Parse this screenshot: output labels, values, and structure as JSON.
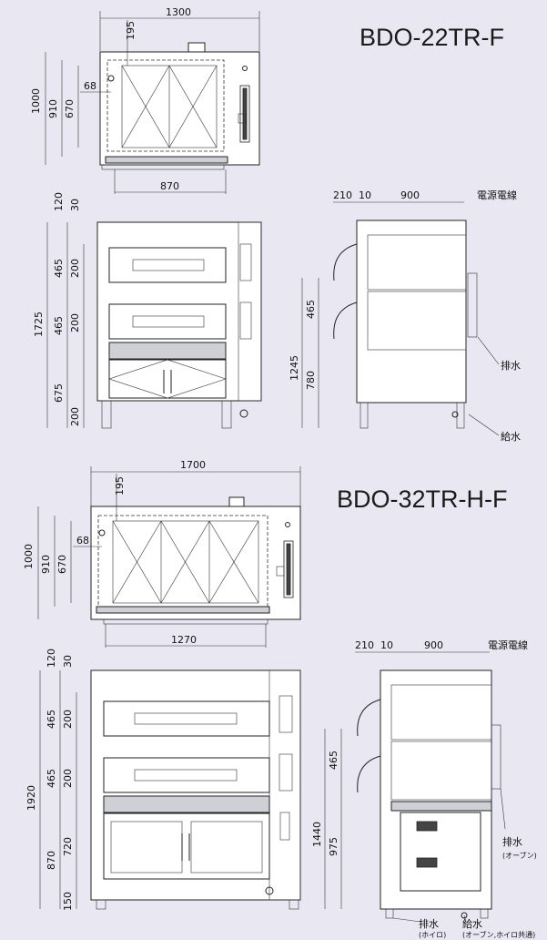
{
  "models": {
    "top": {
      "name": "BDO-22TR-F",
      "plan": {
        "width": "1300",
        "depth": "1000",
        "d910": "910",
        "d670": "670",
        "d68": "68",
        "d195": "195",
        "inner_width": "870"
      },
      "front": {
        "top_120": "120",
        "top_30": "30",
        "deck_465a": "465",
        "deck_200a": "200",
        "deck_465b": "465",
        "deck_200b": "200",
        "total_height": "1725",
        "base_675": "675",
        "leg_200": "200"
      },
      "side": {
        "d210": "210",
        "d10": "10",
        "d900": "900",
        "power_cord": "電源電線",
        "d465": "465",
        "d1245": "1245",
        "d780": "780",
        "drain": "排水",
        "water_supply": "給水"
      }
    },
    "bottom": {
      "name": "BDO-32TR-H-F",
      "plan": {
        "width": "1700",
        "depth": "1000",
        "d910": "910",
        "d670": "670",
        "d68": "68",
        "d195": "195",
        "inner_width": "1270"
      },
      "front": {
        "top_120": "120",
        "top_30": "30",
        "deck_465a": "465",
        "deck_200a": "200",
        "deck_465b": "465",
        "deck_200b": "200",
        "total_height": "1920",
        "base_870": "870",
        "proofer_720": "720",
        "leg_150": "150"
      },
      "side": {
        "d210": "210",
        "d10": "10",
        "d900": "900",
        "power_cord": "電源電線",
        "d465": "465",
        "d1440": "1440",
        "d975": "975",
        "drain_oven": "排水",
        "drain_oven_note": "(オーブン)",
        "drain_hoiro": "排水",
        "drain_hoiro_note": "(ホイロ)",
        "water_supply": "給水",
        "water_supply_note": "(オーブン,ホイロ共通)"
      }
    }
  }
}
